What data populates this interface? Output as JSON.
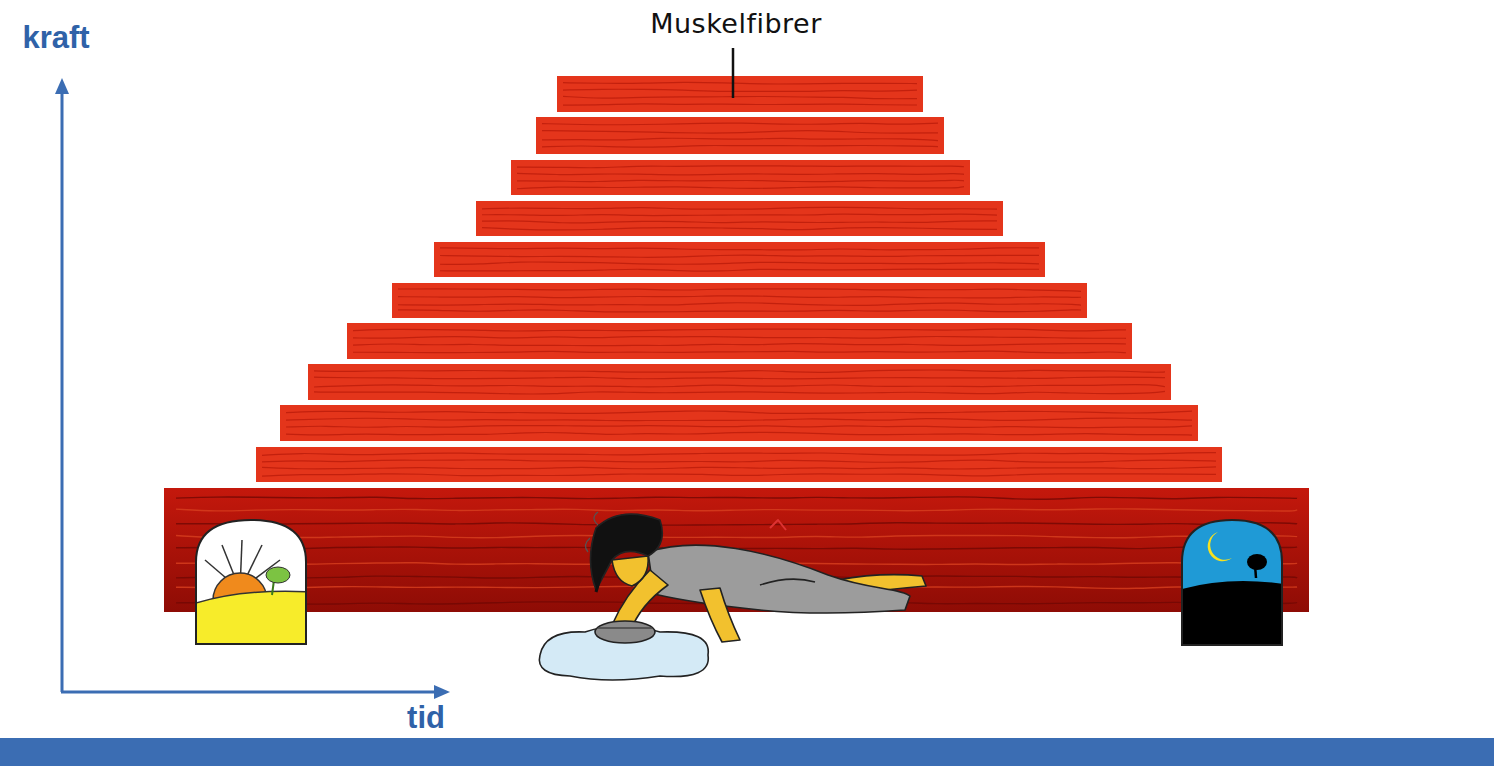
{
  "diagram": {
    "labels": [
      "kraft",
      "tid",
      "Muskelfibrer"
    ]
  }
}
